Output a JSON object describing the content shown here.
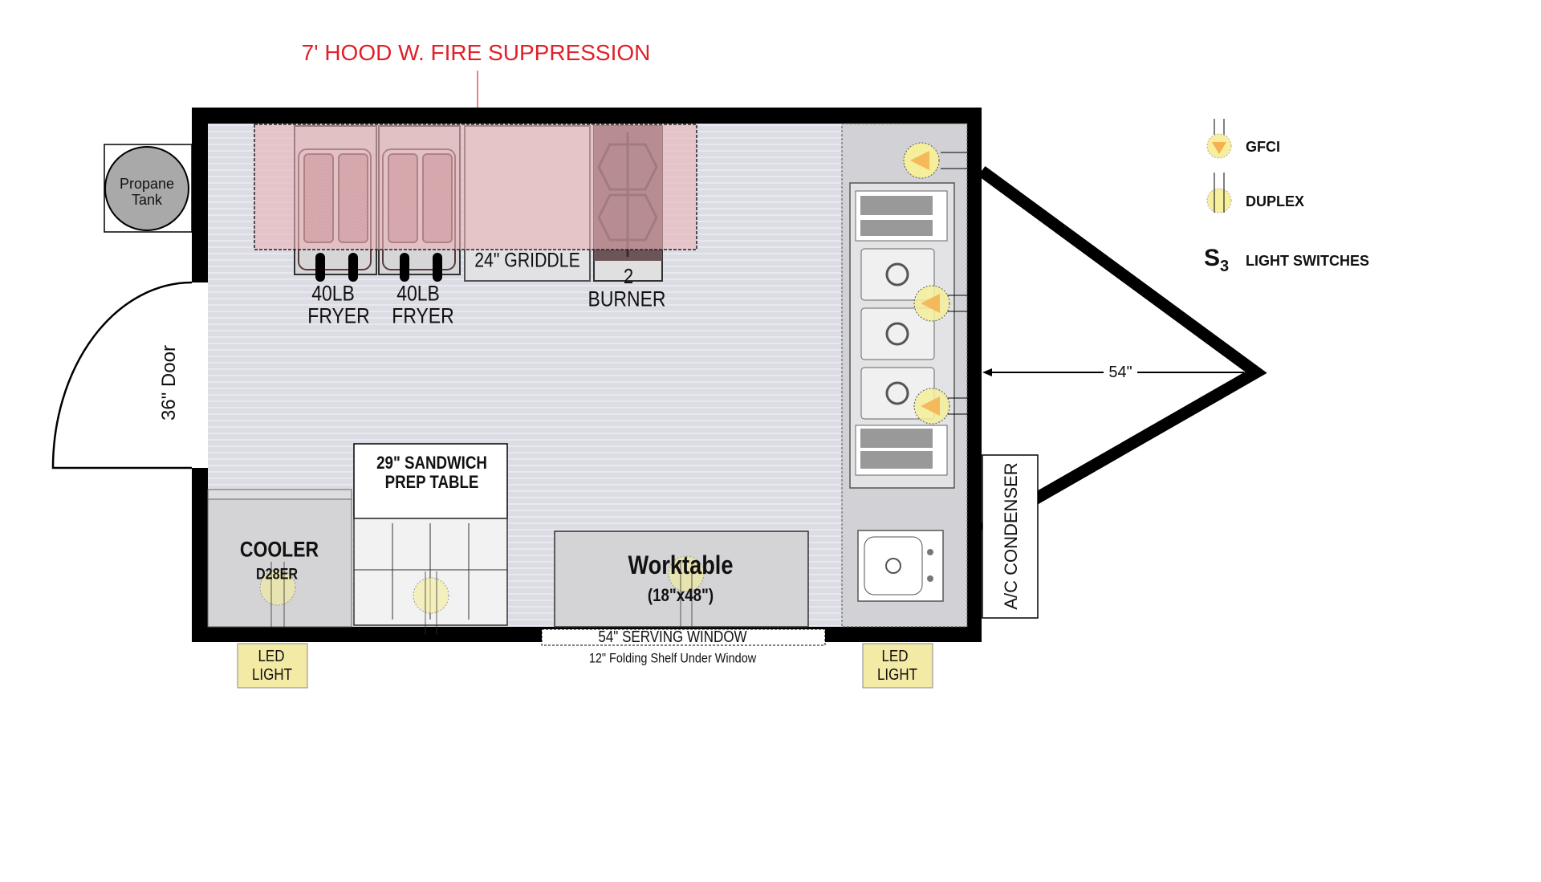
{
  "title": "7' HOOD W. FIRE SUPPRESSION",
  "equipment": {
    "fryer1": {
      "line1": "40LB",
      "line2": "FRYER"
    },
    "fryer2": {
      "line1": "40LB",
      "line2": "FRYER"
    },
    "griddle": "24\" GRIDDLE",
    "burner": {
      "line1": "2",
      "line2": "BURNER"
    },
    "propane": {
      "line1": "Propane",
      "line2": "Tank"
    },
    "door": "36\" Door",
    "prep_table": {
      "line1": "29\" SANDWICH",
      "line2": "PREP TABLE"
    },
    "cooler": {
      "line1": "COOLER",
      "line2": "D28ER"
    },
    "worktable": {
      "line1": "Worktable",
      "line2": "(18\"x48\")"
    },
    "serving_window": "54\" SERVING WINDOW",
    "folding_shelf": "12\" Folding Shelf Under Window",
    "led_left": {
      "line1": "LED",
      "line2": "LIGHT"
    },
    "led_right": {
      "line1": "LED",
      "line2": "LIGHT"
    },
    "ac_condenser": "A/C CONDENSER",
    "tongue_dimension": "54\""
  },
  "legend": {
    "gfci": "GFCI",
    "duplex": "DUPLEX",
    "switch_symbol": "S",
    "switch_sub": "3",
    "switches": "LIGHT SWITCHES"
  },
  "colors": {
    "hood": "#e9b3b8",
    "outlet": "#f5ee9a",
    "title": "#e0202a",
    "floor": "#dcdce3",
    "led": "#f3eaa5"
  }
}
